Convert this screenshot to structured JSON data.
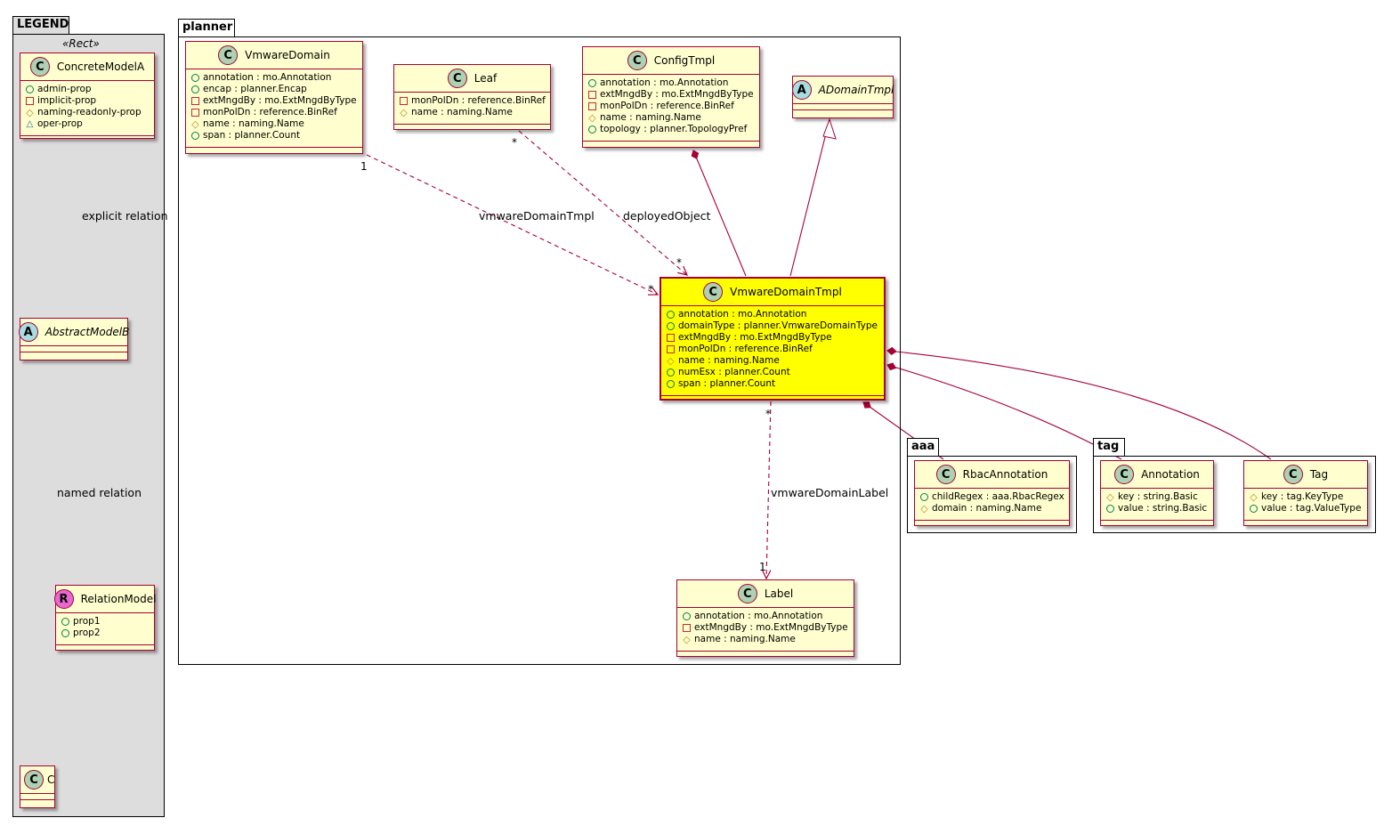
{
  "packages": {
    "legend": "LEGEND",
    "planner": "planner",
    "aaa": "aaa",
    "tag": "tag"
  },
  "legend": {
    "stereotype": "«Rect»",
    "concrete": {
      "name": "ConcreteModelA",
      "attrs": [
        "admin-prop",
        "implicit-prop",
        "naming-readonly-prop",
        "oper-prop"
      ]
    },
    "abstract": {
      "name": "AbstractModelB"
    },
    "relation_model": {
      "name": "RelationModel",
      "attrs": [
        "prop1",
        "prop2"
      ]
    },
    "c": {
      "name": "C"
    },
    "explicit_relation": "explicit relation",
    "named_relation": "named relation"
  },
  "classes": {
    "vmwaredomain": {
      "name": "VmwareDomain",
      "attrs": [
        "annotation : mo.Annotation",
        "encap : planner.Encap",
        "extMngdBy : mo.ExtMngdByType",
        "monPolDn : reference.BinRef",
        "name : naming.Name",
        "span : planner.Count"
      ]
    },
    "leaf": {
      "name": "Leaf",
      "attrs": [
        "monPolDn : reference.BinRef",
        "name : naming.Name"
      ]
    },
    "configtmpl": {
      "name": "ConfigTmpl",
      "attrs": [
        "annotation : mo.Annotation",
        "extMngdBy : mo.ExtMngdByType",
        "monPolDn : reference.BinRef",
        "name : naming.Name",
        "topology : planner.TopologyPref"
      ]
    },
    "adomaintmpl": {
      "name": "ADomainTmpl"
    },
    "vmwaredomaintmpl": {
      "name": "VmwareDomainTmpl",
      "attrs": [
        "annotation : mo.Annotation",
        "domainType : planner.VmwareDomainType",
        "extMngdBy : mo.ExtMngdByType",
        "monPolDn : reference.BinRef",
        "name : naming.Name",
        "numEsx : planner.Count",
        "span : planner.Count"
      ]
    },
    "label": {
      "name": "Label",
      "attrs": [
        "annotation : mo.Annotation",
        "extMngdBy : mo.ExtMngdByType",
        "name : naming.Name"
      ]
    },
    "rbacannotation": {
      "name": "RbacAnnotation",
      "attrs": [
        "childRegex : aaa.RbacRegex",
        "domain : naming.Name"
      ]
    },
    "annotation": {
      "name": "Annotation",
      "attrs": [
        "key : string.Basic",
        "value : string.Basic"
      ]
    },
    "tag": {
      "name": "Tag",
      "attrs": [
        "key : tag.KeyType",
        "value : tag.ValueType"
      ]
    }
  },
  "relations": {
    "vmwaredomaintmpl": "vmwareDomainTmpl",
    "deployedobject": "deployedObject",
    "vmwaredomainlabel": "vmwareDomainLabel"
  },
  "multiplicities": {
    "vd_one": "1",
    "vdt_star_a": "*",
    "leaf_star": "*",
    "vdt_star_b": "*",
    "vdt_star_c": "*",
    "label_one": "1"
  },
  "colors": {
    "class_fill": "#fefece",
    "class_border": "#a80036",
    "highlight_fill": "#ffff00",
    "legend_fill": "#dddddd",
    "class_badge": "#add1b2",
    "abstract_badge": "#a9dcdf",
    "relation_badge": "#e768d0"
  }
}
